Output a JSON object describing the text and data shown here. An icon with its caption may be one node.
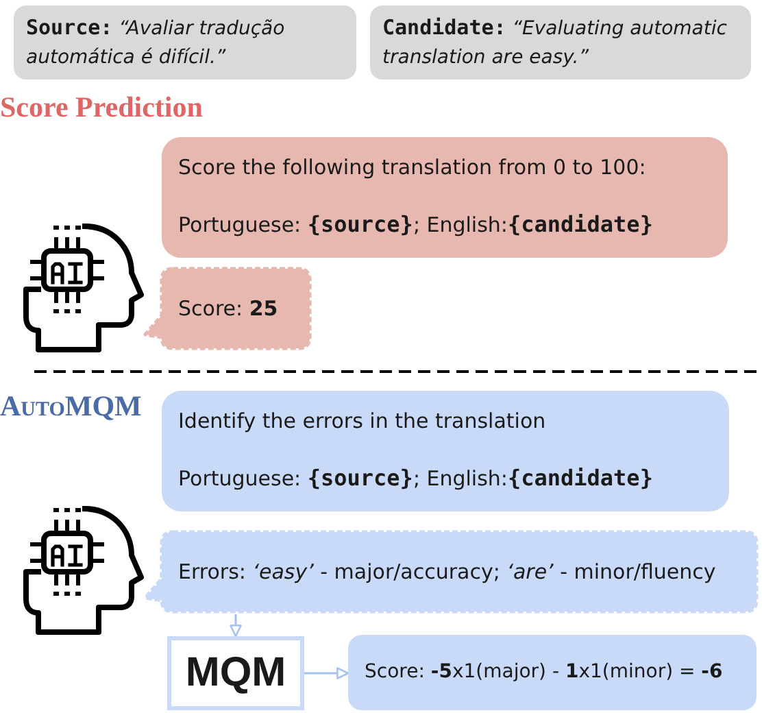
{
  "diagram": {
    "nodes": [
      {
        "text": [
          "**Source:** *“Avaliar tradução automática é difícil.”*"
        ]
      },
      {
        "text": [
          "**Candidate:** *“Evaluating automatic translation are easy.”*"
        ]
      },
      {
        "text": [
          "Score the following translation from 0 to 100:",
          "Portuguese: **{source}**; English:**{candidate}**"
        ]
      },
      {
        "text": [
          "Score: **25**"
        ]
      },
      {
        "text": [
          "Identify the errors in the translation",
          "Portuguese: **{source}**; English:**{candidate}**"
        ]
      },
      {
        "text": [
          "Errors: *‘easy’* - major/accuracy; *‘are’* - minor/fluency"
        ]
      },
      {
        "text": [
          "MQM"
        ]
      },
      {
        "text": [
          "Score: **-5**x1(major) - **1**x1(minor) = **-6**"
        ]
      }
    ],
    "edges": [
      {
        "from": 5,
        "to": 6,
        "arrow": "to"
      },
      {
        "from": 6,
        "to": 7,
        "arrow": "to"
      }
    ],
    "labels": [
      "Score Prediction",
      "AutoMQM"
    ]
  }
}
